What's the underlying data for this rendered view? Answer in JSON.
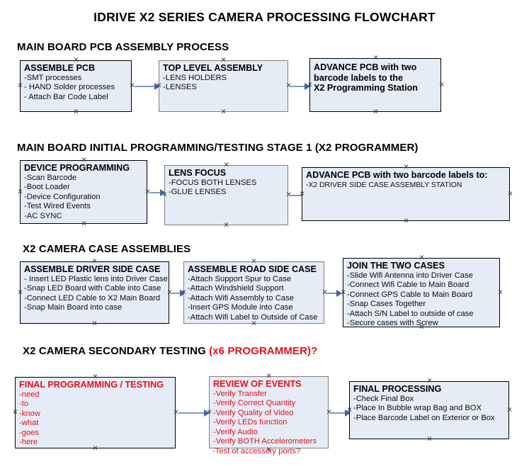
{
  "document": {
    "title": "IDRIVE X2  SERIES CAMERA PROCESSING FLOWCHART"
  },
  "colors": {
    "box_fill": "#e5ecf6",
    "box_border_black": "#000000",
    "box_border_gray": "#7f7f7f",
    "connector": "#7f9ac0",
    "arrowhead": "#3d62a8",
    "accent_red": "#e8101b",
    "text": "#000000"
  },
  "sections": [
    {
      "id": "main-board-pcb-assembly-process",
      "heading": "MAIN BOARD PCB ASSEMBLY PROCESS",
      "heading_accent": "",
      "boxes": [
        {
          "id": "assemble-pcb",
          "header": "ASSEMBLE PCB",
          "header_color": "black",
          "border": "black",
          "items": [
            "-SMT processes",
            "- HAND Solder processes",
            "- Attach Bar Code Label"
          ]
        },
        {
          "id": "top-level-assembly",
          "header": "TOP LEVEL ASSEMBLY",
          "header_color": "black",
          "border": "gray",
          "items": [
            "-LENS HOLDERS",
            "-LENSES"
          ]
        },
        {
          "id": "advance-pcb-to-x2-programming-station",
          "header": "",
          "header_color": "black",
          "border": "black",
          "items": [
            "ADVANCE PCB with two",
            "barcode labels to the",
            " X2 Programming Station"
          ],
          "items_bold": true
        }
      ]
    },
    {
      "id": "main-board-initial-programming-testing-stage-1",
      "heading": "MAIN BOARD INITIAL PROGRAMMING/TESTING STAGE 1 (X2 PROGRAMMER)",
      "heading_accent": "",
      "boxes": [
        {
          "id": "device-programming",
          "header": "DEVICE PROGRAMMING",
          "header_color": "black",
          "border": "black",
          "items": [
            "-Scan Barcode",
            "-Boot Loader",
            "-Device Configuration",
            "-Test Wired Events",
            "-AC SYNC"
          ]
        },
        {
          "id": "lens-focus",
          "header": "LENS FOCUS",
          "header_color": "black",
          "border": "gray",
          "items": [
            "-FOCUS BOTH LENSES",
            "-GLUE LENSES"
          ]
        },
        {
          "id": "advance-pcb-to-driver-side-case-assembly-station",
          "header": "ADVANCE PCB with two barcode labels to:",
          "header_color": "black",
          "border": "black",
          "items": [
            "-X2 DRIVER  SIDE  CASE  ASSEMBLY STATION"
          ]
        }
      ]
    },
    {
      "id": "x2-camera-case-assemblies",
      "heading": "X2 CAMERA CASE ASSEMBLIES",
      "heading_accent": "",
      "boxes": [
        {
          "id": "assemble-driver-side-case",
          "header": "ASSEMBLE DRIVER SIDE CASE",
          "header_color": "black",
          "border": "black",
          "items": [
            "- Insert LED Plastic lens into Driver Case",
            "-Snap LED Board with Cable into Case",
            "-Connect LED Cable to X2 Main Board",
            "-Snap Main Board into case"
          ]
        },
        {
          "id": "assemble-road-side-case",
          "header": "ASSEMBLE ROAD SIDE CASE",
          "header_color": "black",
          "border": "gray",
          "items": [
            "-Attach Support Spur to Case",
            "-Attach Windshield Support",
            "-Attach Wifi Assembly to Case",
            "-Insert GPS Module into Case",
            "-Attach Wifi Label to Outside of Case"
          ]
        },
        {
          "id": "join-the-two-cases",
          "header": "JOIN THE TWO CASES",
          "header_color": "black",
          "border": "black",
          "items": [
            "-Slide Wifi Antenna into Driver Case",
            "-Connect Wifi Cable to Main Board",
            "-Connect GPS Cable to Main Board",
            "-Snap Cases Together",
            "-Attach S/N Label to outside of case",
            "-Secure cases with Screw"
          ]
        }
      ]
    },
    {
      "id": "x2-camera-secondary-testing",
      "heading": "X2 CAMERA SECONDARY TESTING ",
      "heading_accent": "(x6 PROGRAMMER)?",
      "boxes": [
        {
          "id": "final-programming-testing",
          "header": "FINAL PROGRAMMING / TESTING",
          "header_color": "red",
          "border": "black",
          "items": [
            "-need",
            "-to",
            "-know",
            "-what",
            "-goes",
            "-here"
          ],
          "items_color": "red"
        },
        {
          "id": "review-of-events",
          "header": "REVIEW OF EVENTS",
          "header_color": "red",
          "border": "gray",
          "items": [
            "-Verify Transfer",
            "-Verify Correct Quantity",
            "-Verify Quality of Video",
            "-Verify LEDs function",
            "-Verify Audio",
            "-Verify BOTH Accelerometers"
          ],
          "items_color": "red",
          "overflow_item": "-Test of accessory ports?"
        },
        {
          "id": "final-processing",
          "header": "FINAL PROCESSING",
          "header_color": "black",
          "border": "black",
          "items": [
            " -Check Final Box",
            "-Place In Bubble wrap Bag and BOX",
            "-Place Barcode Label on Exterior or Box"
          ]
        }
      ]
    }
  ],
  "connectors": [
    {
      "id": "conn-assemble-pcb-to-top-level-assembly"
    },
    {
      "id": "conn-top-level-assembly-to-advance-pcb"
    },
    {
      "id": "conn-device-programming-to-lens-focus"
    },
    {
      "id": "conn-lens-focus-to-advance-pcb"
    },
    {
      "id": "conn-driver-side-to-road-side"
    },
    {
      "id": "conn-road-side-to-join-cases"
    },
    {
      "id": "conn-final-programming-to-review-of-events"
    },
    {
      "id": "conn-review-of-events-to-final-processing"
    }
  ]
}
